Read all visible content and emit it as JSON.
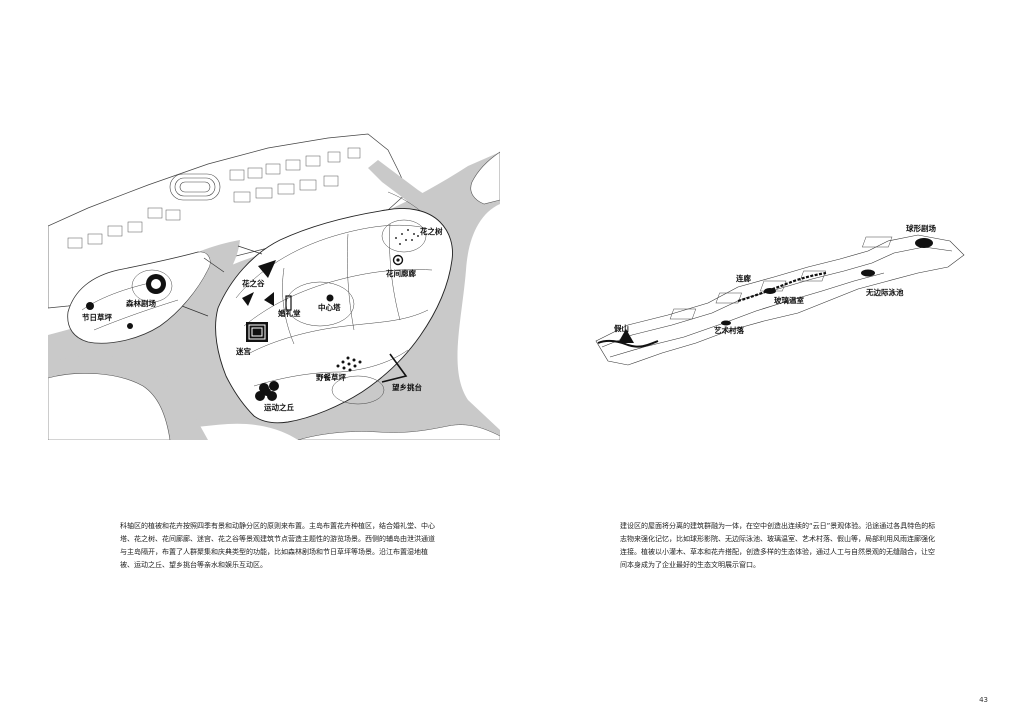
{
  "site_plan": {
    "labels": {
      "flower_tree": "花之树",
      "forest_theater": "森林剧场",
      "flower_corridor": "花间廊廊",
      "flower_valley": "花之谷",
      "festival_lawn": "节日草坪",
      "wedding_hall": "婚礼堂",
      "center_tower": "中心塔",
      "maze": "迷宫",
      "picnic_lawn": "野餐草坪",
      "hometown_platform": "望乡挑台",
      "sport_hill": "运动之丘"
    }
  },
  "axonometric": {
    "labels": {
      "sphere_theater": "球形剧场",
      "corridor": "连廊",
      "infinity_pool": "无边际泳池",
      "glass_greenhouse": "玻璃温室",
      "rockery": "假山",
      "art_village": "艺术村落"
    }
  },
  "captions": {
    "left": "科轴区的植被和花卉按照四季有景和动静分区的原则来布置。主岛布置花卉种植区，结合婚礼堂、中心塔、花之树、花间廊廊、迷宫、花之谷等景观建筑节点营造主题性的游览场景。西侧的辅岛由泄洪通道与主岛隔开，布置了人群聚集和庆典类型的功能，比如森林剧场和节日草坪等场景。沿江布置湿地植被、运动之丘、望乡挑台等亲水和娱乐互动区。",
    "right": "建设区的屋面将分离的建筑群融为一体，在空中创造出连续的“云日”景观体验。沿途通过各具特色的标志物来强化记忆，比如球形影院、无边际泳池、玻璃温室、艺术村落、假山等，局部利用风雨连廊强化连接。植被以小灌木、草本和花卉搭配，创造多样的生态体验，通过人工与自然景观的无缝融合，让空间本身成为了企业最好的生态文明展示窗口。"
  },
  "page_number": "43",
  "colors": {
    "water": "#c9c9c9",
    "ink": "#111111",
    "paper": "#ffffff"
  }
}
